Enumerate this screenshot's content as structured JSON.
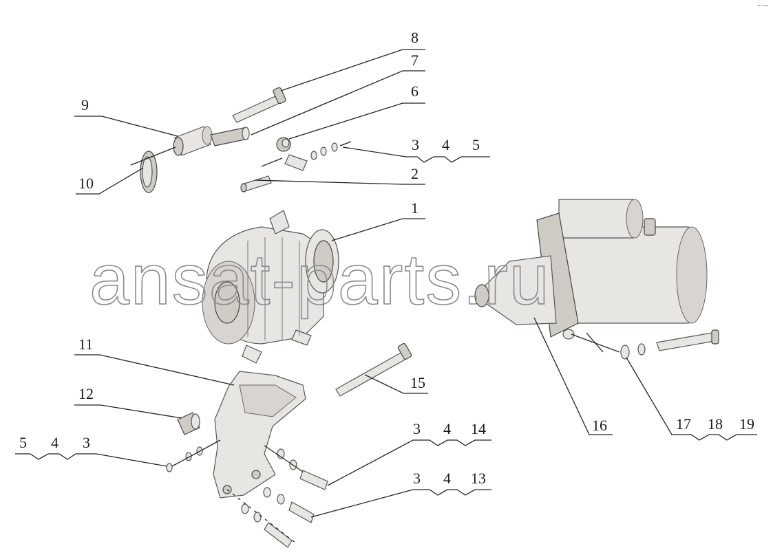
{
  "watermark": "ansat-parts.ru",
  "corner_mark": "°° °°°",
  "callouts": {
    "c1": "1",
    "c2": "2",
    "c3": "3",
    "c4": "4",
    "c5": "5",
    "c6": "6",
    "c7": "7",
    "c8": "8",
    "c9": "9",
    "c10": "10",
    "c11": "11",
    "c12": "12",
    "c13": "13",
    "c14": "14",
    "c15": "15",
    "c16": "16",
    "c17": "17",
    "c18": "18",
    "c19": "19"
  }
}
